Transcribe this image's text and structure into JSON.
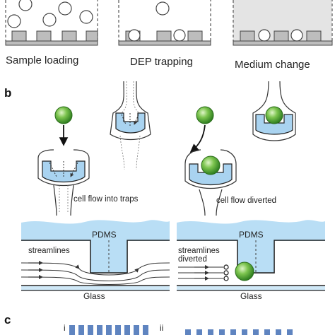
{
  "panel_a": {
    "labels": [
      "Sample loading",
      "DEP trapping",
      "Medium change"
    ]
  },
  "panel_b": {
    "letter": "b",
    "left_caption": "cell flow into traps",
    "right_caption": "cell flow diverted",
    "pdms_label": "PDMS",
    "glass_label": "Glass",
    "streamlines_label": "streamlines",
    "streamlines_diverted_line1": "streamlines",
    "streamlines_diverted_line2": "diverted"
  },
  "panel_c": {
    "letter": "c",
    "sub_i": "i",
    "sub_ii": "ii"
  },
  "colors": {
    "trap_fill": "#a9d3f0",
    "pdms_fill": "#b9def5",
    "cell_green": "#58b43c",
    "medium_gray": "#e4e4e4",
    "electrode_gray": "#bdbdbd",
    "trap_array_blue": "#5f84c0"
  }
}
